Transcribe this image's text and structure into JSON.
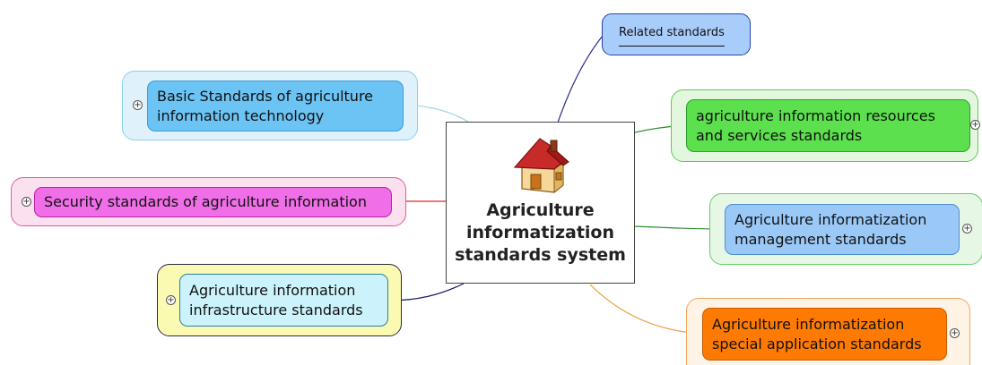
{
  "central_topic": {
    "title": "Agriculture informatization standards system",
    "icon": "house-icon"
  },
  "topics": [
    {
      "id": "related",
      "label": "Related standards",
      "fill": "#a9cdfb",
      "border": "#2244aa",
      "side": "right",
      "underlined": true
    },
    {
      "id": "basic",
      "label": "Basic Standards of agriculture information technology",
      "fill": "#6cc4f4",
      "outer_fill": "#dff1fb",
      "outer_border": "#8ccfea",
      "line": "#9fd8e8",
      "side": "left",
      "collapsed": true
    },
    {
      "id": "resources",
      "label": "agriculture information resources and services standards",
      "fill": "#5ce04e",
      "outer_fill": "#e3f7de",
      "outer_border": "#62c656",
      "line": "#2f8f2f",
      "side": "right",
      "collapsed": true
    },
    {
      "id": "security",
      "label": "Security standards of agriculture information",
      "fill": "#f06ee8",
      "outer_fill": "#fbe0ef",
      "outer_border": "#e25a98",
      "line": "#d92c2c",
      "side": "left",
      "collapsed": true
    },
    {
      "id": "management",
      "label": "Agriculture informatization management standards",
      "fill": "#9bc9f7",
      "outer_fill": "#e6f7e6",
      "outer_border": "#6cc96c",
      "line": "#2f8f2f",
      "side": "right",
      "collapsed": true
    },
    {
      "id": "infrastructure",
      "label": "Agriculture information infrastructure standards",
      "fill": "#ccf3fb",
      "outer_fill": "#fbfab3",
      "outer_border": "#2a2a44",
      "line": "#1a1a66",
      "side": "left",
      "collapsed": true
    },
    {
      "id": "application",
      "label": "Agriculture informatization special application standards",
      "fill": "#ff7a00",
      "outer_fill": "#fff3e6",
      "outer_border": "#f2a85c",
      "line": "#e89a3a",
      "side": "right",
      "collapsed": true
    }
  ],
  "toggle_symbol": "+"
}
